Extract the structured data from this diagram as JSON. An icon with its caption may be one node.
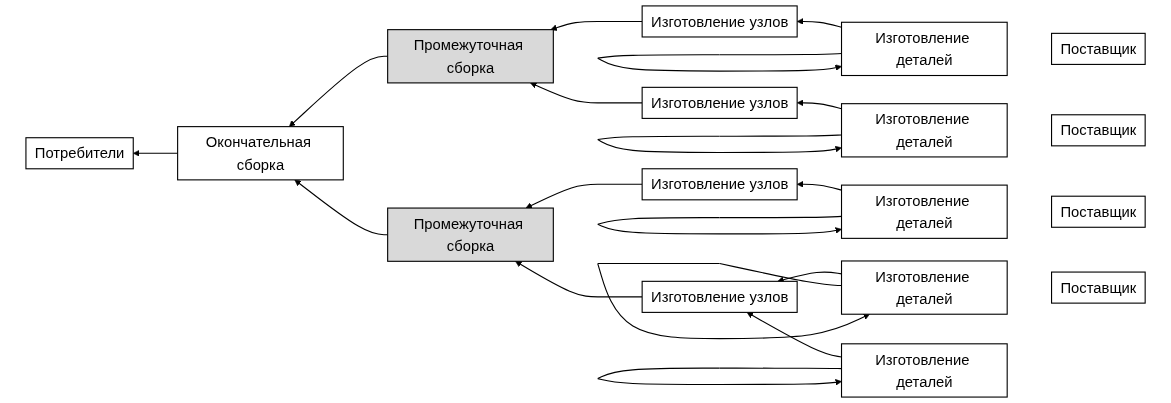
{
  "diagram": {
    "nodes": [
      {
        "text": [
          "Потребители"
        ]
      },
      {
        "text": [
          "Окончательная сборка"
        ]
      },
      {
        "text": [
          "Промежуточная сборка"
        ]
      },
      {
        "text": [
          "Промежуточная сборка"
        ]
      },
      {
        "text": [
          "Изготовление узлов"
        ]
      },
      {
        "text": [
          "Изготовление узлов"
        ]
      },
      {
        "text": [
          "Изготовление узлов"
        ]
      },
      {
        "text": [
          "Изготовление узлов"
        ]
      },
      {
        "text": [
          "Изготовление деталей"
        ]
      },
      {
        "text": [
          "Изготовление деталей"
        ]
      },
      {
        "text": [
          "Изготовление деталей"
        ]
      },
      {
        "text": [
          "Изготовление деталей"
        ]
      },
      {
        "text": [
          "Изготовление деталей"
        ]
      },
      {
        "text": [
          "Поставщик"
        ]
      },
      {
        "text": [
          "Поставщик"
        ]
      },
      {
        "text": [
          "Поставщик"
        ]
      },
      {
        "text": [
          "Поставщик"
        ]
      }
    ],
    "edges": [
      {
        "from": 1,
        "to": 0,
        "arrow": "to"
      },
      {
        "from": 2,
        "to": 1,
        "arrow": "to"
      },
      {
        "from": 3,
        "to": 1,
        "arrow": "to"
      },
      {
        "from": 4,
        "to": 2,
        "arrow": "to"
      },
      {
        "from": 5,
        "to": 2,
        "arrow": "to"
      },
      {
        "from": 6,
        "to": 3,
        "arrow": "to"
      },
      {
        "from": 7,
        "to": 3,
        "arrow": "to"
      },
      {
        "from": 8,
        "to": 4,
        "arrow": "to"
      },
      {
        "from": 9,
        "to": 5,
        "arrow": "to"
      },
      {
        "from": 10,
        "to": 6,
        "arrow": "to"
      },
      {
        "from": 11,
        "to": 7,
        "arrow": "to"
      },
      {
        "from": 12,
        "to": 7,
        "arrow": "to"
      },
      {
        "from": 8,
        "to": 8,
        "arrow": "to"
      },
      {
        "from": 9,
        "to": 9,
        "arrow": "to"
      },
      {
        "from": 10,
        "to": 10,
        "arrow": "to"
      },
      {
        "from": 11,
        "to": 11,
        "arrow": "to"
      },
      {
        "from": 12,
        "to": 12,
        "arrow": "to"
      }
    ]
  }
}
